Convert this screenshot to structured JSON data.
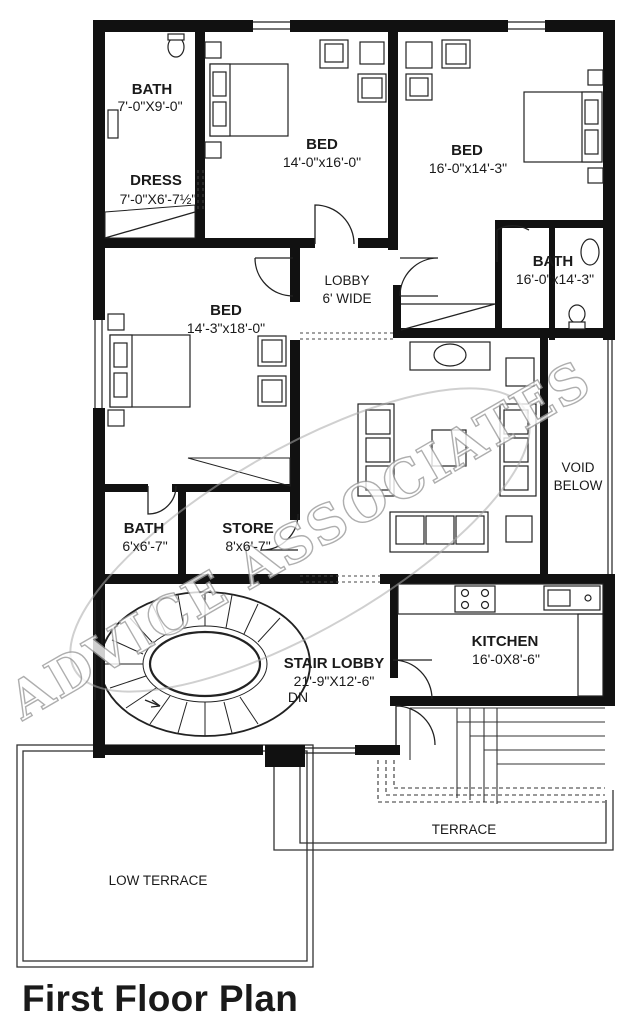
{
  "title": "First Floor Plan",
  "watermark": "ADVICE ASSOCIATES",
  "rooms": {
    "bath_top_left": {
      "name": "BATH",
      "size": "7'-0\"X9'-0\""
    },
    "dress": {
      "name": "DRESS",
      "size": "7'-0\"X6'-7½\""
    },
    "bed_top_middle": {
      "name": "BED",
      "size": "14'-0\"x16'-0\""
    },
    "bed_top_right": {
      "name": "BED",
      "size": "16'-0\"x14'-3\""
    },
    "bath_right": {
      "name": "BATH",
      "size": "16'-0\"x14'-3\""
    },
    "lobby": {
      "name": "LOBBY",
      "size": "6' WIDE"
    },
    "bed_left": {
      "name": "BED",
      "size": "14'-3\"x18'-0\""
    },
    "void": {
      "name": "VOID",
      "size": "BELOW"
    },
    "bath_lower_left": {
      "name": "BATH",
      "size": "6'x6'-7\""
    },
    "store": {
      "name": "STORE",
      "size": "8'x6'-7\""
    },
    "stair_lobby": {
      "name": "STAIR LOBBY",
      "size": "21'-9\"X12'-6\"",
      "note": "DN"
    },
    "kitchen": {
      "name": "KITCHEN",
      "size": "16'-0X8'-6\""
    },
    "terrace": {
      "name": "TERRACE"
    },
    "low_terrace": {
      "name": "LOW TERRACE"
    }
  }
}
